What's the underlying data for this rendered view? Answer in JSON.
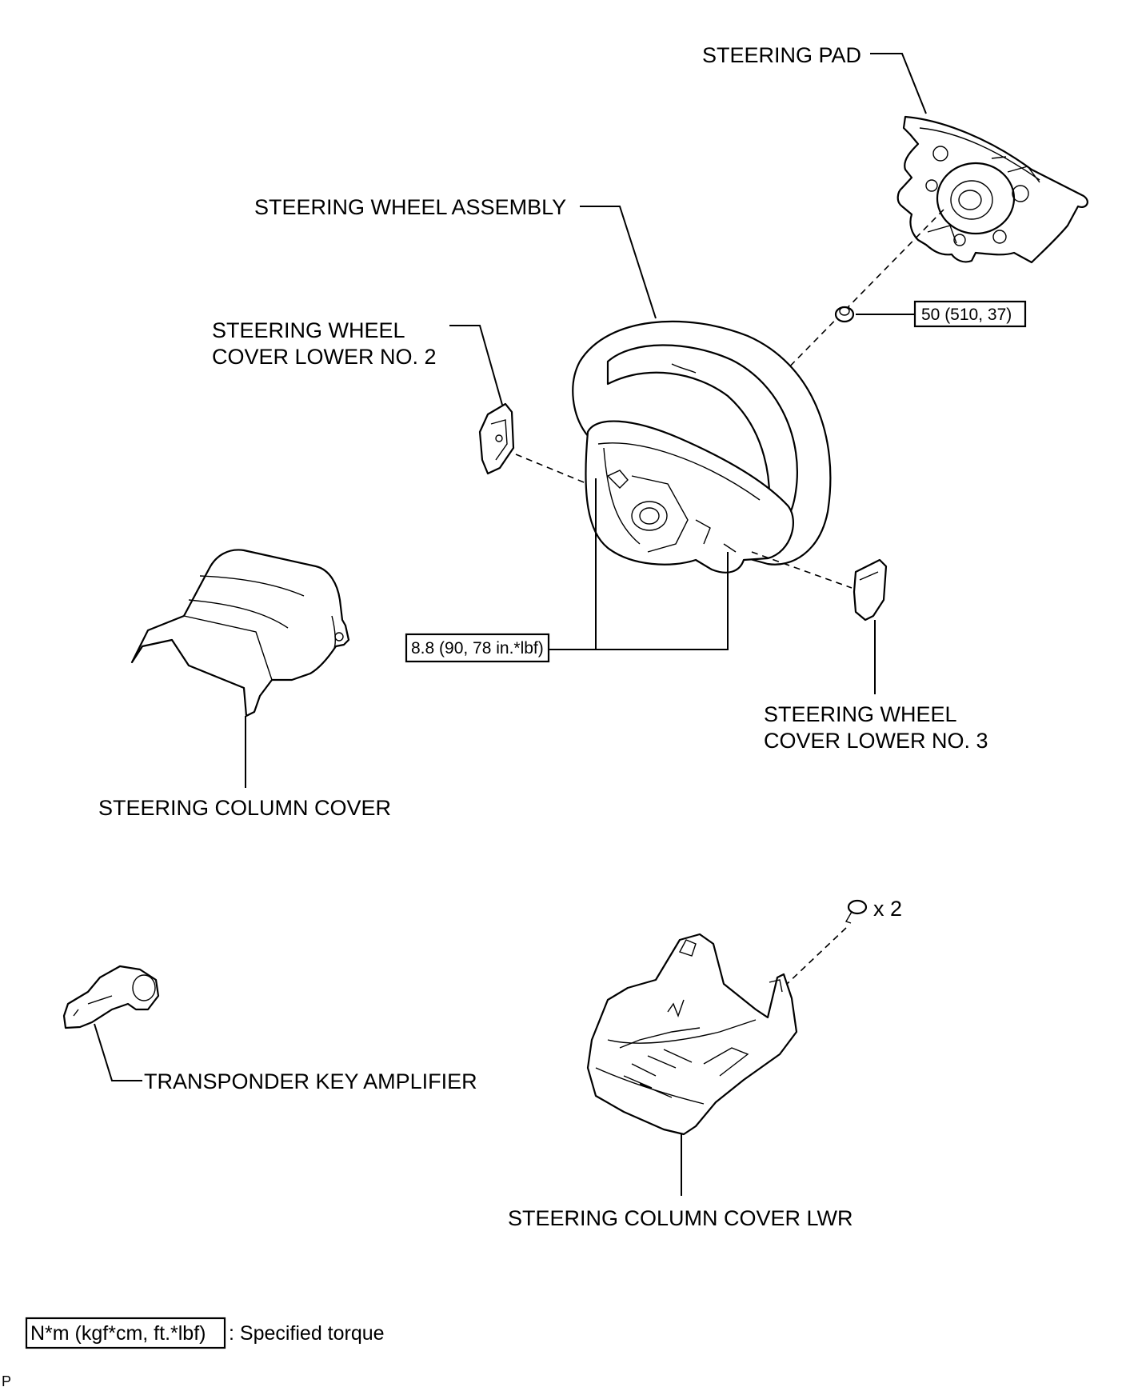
{
  "labels": {
    "steering_pad": "STEERING PAD",
    "steering_wheel_assembly": "STEERING WHEEL ASSEMBLY",
    "cover_lower_no2_line1": "STEERING WHEEL",
    "cover_lower_no2_line2": "COVER LOWER NO. 2",
    "cover_lower_no3_line1": "STEERING WHEEL",
    "cover_lower_no3_line2": "COVER LOWER NO. 3",
    "steering_column_cover": "STEERING COLUMN COVER",
    "transponder_key_amplifier": "TRANSPONDER KEY AMPLIFIER",
    "steering_column_cover_lwr": "STEERING COLUMN COVER LWR",
    "screw_quantity": "x 2"
  },
  "torques": {
    "nut": "50 (510, 37)",
    "screws": "8.8 (90, 78 in.*lbf)"
  },
  "legend": {
    "box_text": "N*m (kgf*cm, ft.*lbf)",
    "description": ": Specified torque"
  },
  "corner_mark": "P"
}
